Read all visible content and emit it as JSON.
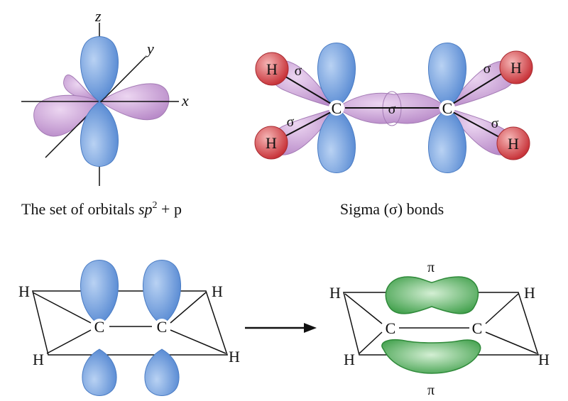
{
  "colors": {
    "p_orbital": "#5b8fd6",
    "p_orbital_light": "#a9c6ef",
    "sp2_orbital": "#b98bc9",
    "sp2_orbital_light": "#e3cbe9",
    "hydrogen": "#c8343a",
    "hydrogen_light": "#f0a4a4",
    "pi_bond": "#3d9e48",
    "pi_bond_light": "#b9e0b9",
    "line": "#111111"
  },
  "panel_orbitals": {
    "axis_z": "z",
    "axis_y": "y",
    "axis_x": "x",
    "caption_prefix": "The set of orbitals ",
    "caption_sp": "sp",
    "caption_sup": "2",
    "caption_suffix": " + p"
  },
  "panel_sigma": {
    "carbon": "C",
    "hydrogen": "H",
    "sigma": "σ",
    "caption": "Sigma (σ) bonds"
  },
  "panel_p_overlap": {
    "carbon": "C",
    "hydrogen": "H"
  },
  "panel_pi": {
    "carbon": "C",
    "hydrogen": "H",
    "pi": "π"
  },
  "arrow": "right-arrow"
}
